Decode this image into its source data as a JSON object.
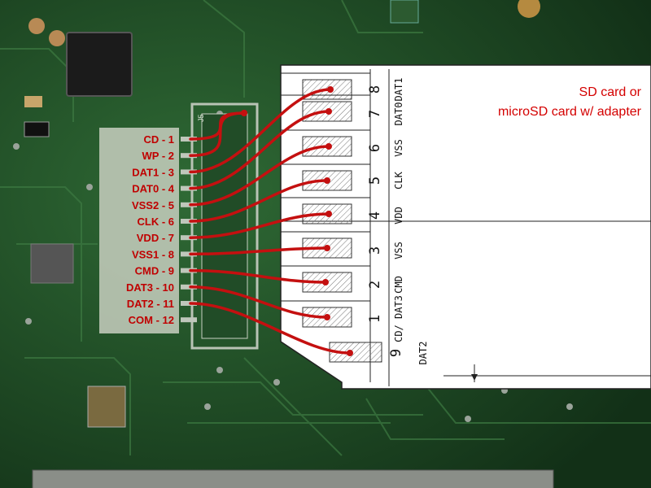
{
  "caption": {
    "line1": "SD card or",
    "line2": "microSD card w/ adapter"
  },
  "connector_silkscreen": "J5",
  "pins": [
    {
      "label": "CD - 1"
    },
    {
      "label": "WP - 2"
    },
    {
      "label": "DAT1 - 3"
    },
    {
      "label": "DAT0 - 4"
    },
    {
      "label": "VSS2 - 5"
    },
    {
      "label": "CLK - 6"
    },
    {
      "label": "VDD - 7"
    },
    {
      "label": "VSS1 - 8"
    },
    {
      "label": "CMD - 9"
    },
    {
      "label": "DAT3 - 10"
    },
    {
      "label": "DAT2 - 11"
    },
    {
      "label": "COM - 12"
    }
  ],
  "card_pins": [
    {
      "number": "8",
      "signal": "DAT1"
    },
    {
      "number": "7",
      "signal": "DAT0"
    },
    {
      "number": "6",
      "signal": "VSS"
    },
    {
      "number": "5",
      "signal": "CLK"
    },
    {
      "number": "4",
      "signal": "VDD"
    },
    {
      "number": "3",
      "signal": "VSS"
    },
    {
      "number": "2",
      "signal": "CMD"
    },
    {
      "number": "1",
      "signal": "CD/ DAT3"
    },
    {
      "number": "9",
      "signal": "DAT2"
    }
  ],
  "colors": {
    "pcb": "#1f4a26",
    "wire": "#c41010",
    "label_text": "#c00000",
    "label_bg": "#c8cfc0",
    "card_bg": "#ffffff",
    "card_line": "#222222"
  }
}
